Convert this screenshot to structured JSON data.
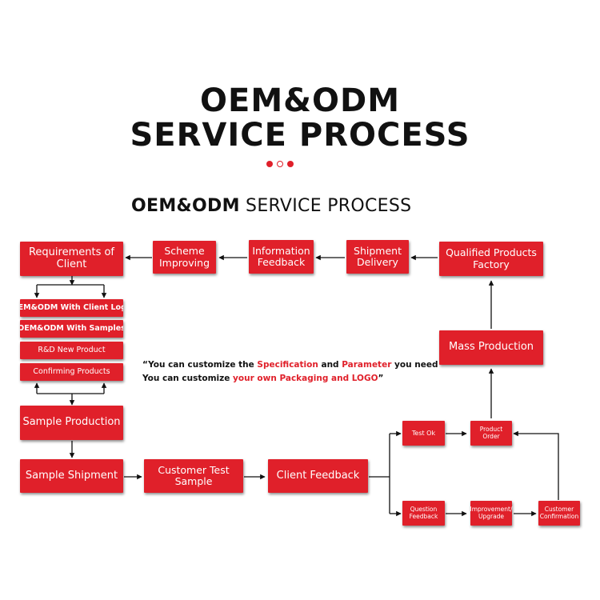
{
  "header": {
    "title_line1": "OEM&ODM",
    "title_line2": "SERVICE  PROCESS",
    "subtitle_bold": "OEM&ODM",
    "subtitle_rest": " SERVICE  PROCESS"
  },
  "colors": {
    "accent": "#e0202a",
    "text": "#111111"
  },
  "nodes": {
    "requirements": "Requirements of Client",
    "scheme": "Scheme Improving",
    "information": "Information Feedback",
    "shipment_delivery": "Shipment Delivery",
    "qualified": "Qualified Products Factory",
    "client_logo": "OEM&ODM With Client Logo",
    "samples": "OEM&ODM With Samples",
    "rnd": "R&D New Product",
    "confirming": "Confirming Products",
    "mass": "Mass Production",
    "sample_production": "Sample Production",
    "sample_shipment": "Sample Shipment",
    "customer_test": "Customer Test Sample",
    "client_feedback": "Client Feedback",
    "test_ok": "Test Ok",
    "product_order": "Product Order",
    "question": "Question Feedback",
    "improvement": "Improvement/ Upgrade",
    "confirmation": "Customer Confirmation"
  },
  "quote": {
    "line1_a": "“You can customize the ",
    "line1_b": "Specification",
    "line1_c": " and ",
    "line1_d": "Parameter",
    "line1_e": " you need",
    "line2_a": "You can customize ",
    "line2_b": "your own Packaging and LOGO",
    "line2_c": "”"
  }
}
